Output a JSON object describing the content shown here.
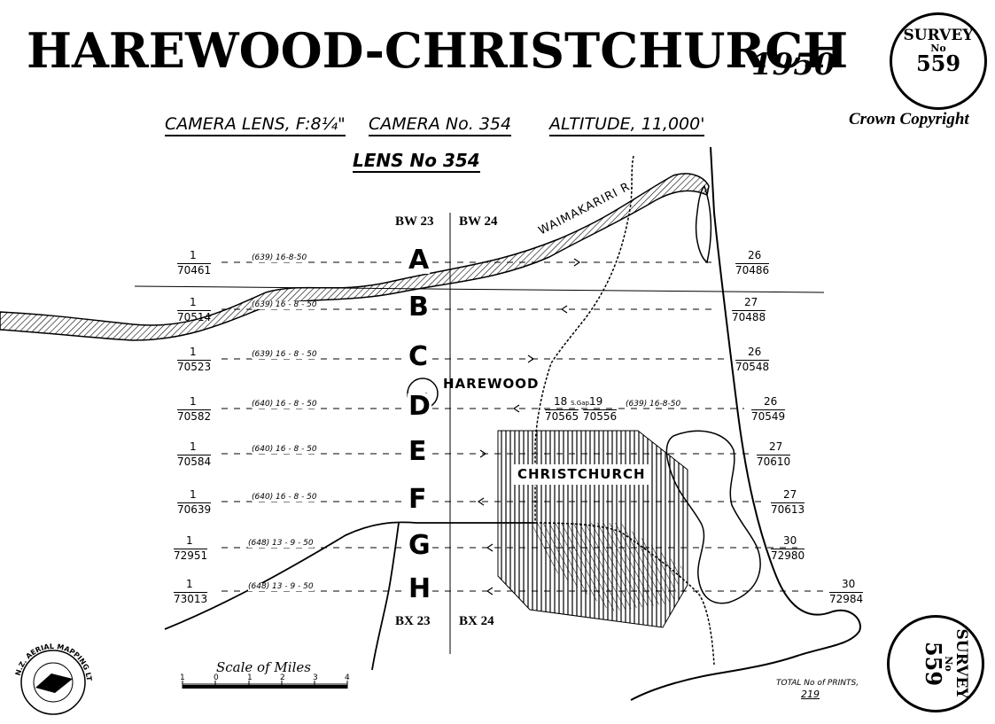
{
  "title": "HAREWOOD-CHRISTCHURCH",
  "year": "1950",
  "copyright": "Crown Copyright",
  "camera": {
    "lens": "CAMERA LENS, F:8¼\"",
    "camera_no": "CAMERA No. 354",
    "altitude": "ALTITUDE, 11,000'",
    "lens_no": "LENS No 354"
  },
  "seal": {
    "survey": "SURVEY",
    "no": "No",
    "number": "559"
  },
  "tiles": {
    "top_left": "BW 23",
    "top_right": "BW 24",
    "bottom_left": "BX 23",
    "bottom_right": "BX 24"
  },
  "places": {
    "river": "WAIMAKARIRI R.",
    "harewood": "HAREWOOD",
    "christchurch": "CHRISTCHURCH"
  },
  "runs": [
    {
      "letter": "A",
      "left_top": "1",
      "left_bottom": "70461",
      "left_info": "(639)   16-8-50",
      "right_top": "26",
      "right_bottom": "70486",
      "direction": "east"
    },
    {
      "letter": "B",
      "left_top": "1",
      "left_bottom": "70514",
      "left_info": "(639)   16 - 8 - 50",
      "right_top": "27",
      "right_bottom": "70488",
      "direction": "west"
    },
    {
      "letter": "C",
      "left_top": "1",
      "left_bottom": "70523",
      "left_info": "(639)   16 - 8 - 50",
      "right_top": "26",
      "right_bottom": "70548",
      "direction": "east"
    },
    {
      "letter": "D",
      "left_top": "1",
      "left_bottom": "70582",
      "left_info": "(640)   16 - 8 - 50",
      "right_top": "26",
      "right_bottom": "70549",
      "direction": "west"
    },
    {
      "letter": "E",
      "left_top": "1",
      "left_bottom": "70584",
      "left_info": "(640)   16 - 8 - 50",
      "right_top": "27",
      "right_bottom": "70610",
      "direction": "east"
    },
    {
      "letter": "F",
      "left_top": "1",
      "left_bottom": "70639",
      "left_info": "(640)   16 - 8 - 50",
      "right_top": "27",
      "right_bottom": "70613",
      "direction": "west"
    },
    {
      "letter": "G",
      "left_top": "1",
      "left_bottom": "72951",
      "left_info": "(648)  13 - 9 - 50",
      "right_top": "30",
      "right_bottom": "72980",
      "direction": "west"
    },
    {
      "letter": "H",
      "left_top": "1",
      "left_bottom": "73013",
      "left_info": "(648)  13 - 9 - 50",
      "right_top": "30",
      "right_bottom": "72984",
      "direction": "west"
    }
  ],
  "gap": {
    "left_top": "18",
    "gap_label": "S.Gap.",
    "left_bottom": "70565",
    "right_top": "19",
    "right_bottom": "70556",
    "right_info": "(639)   16-8-50"
  },
  "scale": {
    "label": "Scale of Miles",
    "ticks": [
      "1",
      "0",
      "1",
      "2",
      "3",
      "4"
    ]
  },
  "total_prints": {
    "label": "TOTAL No of PRINTS,",
    "value": "219"
  },
  "logo": {
    "text": "N.Z. AERIAL MAPPING LTD."
  }
}
